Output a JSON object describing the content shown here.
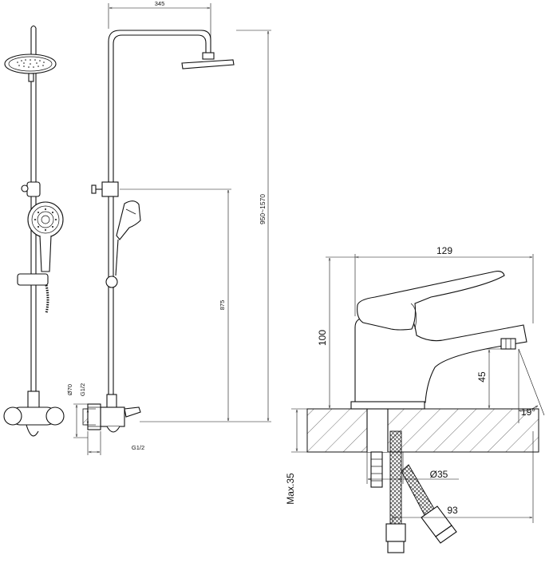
{
  "dimensions": {
    "shower_arm_reach": "345",
    "shower_height_range": "950~1570",
    "holder_height": "875",
    "mixer_inlet_diameter": "Ø70",
    "mixer_thread_top": "G1/2",
    "mixer_thread_bottom": "G1/2",
    "faucet_length": "129",
    "faucet_height": "100",
    "spout_height": "45",
    "spout_angle": "19°",
    "shank_diameter": "Ø35",
    "max_countertop": "Max.35",
    "hose_offset": "93"
  }
}
